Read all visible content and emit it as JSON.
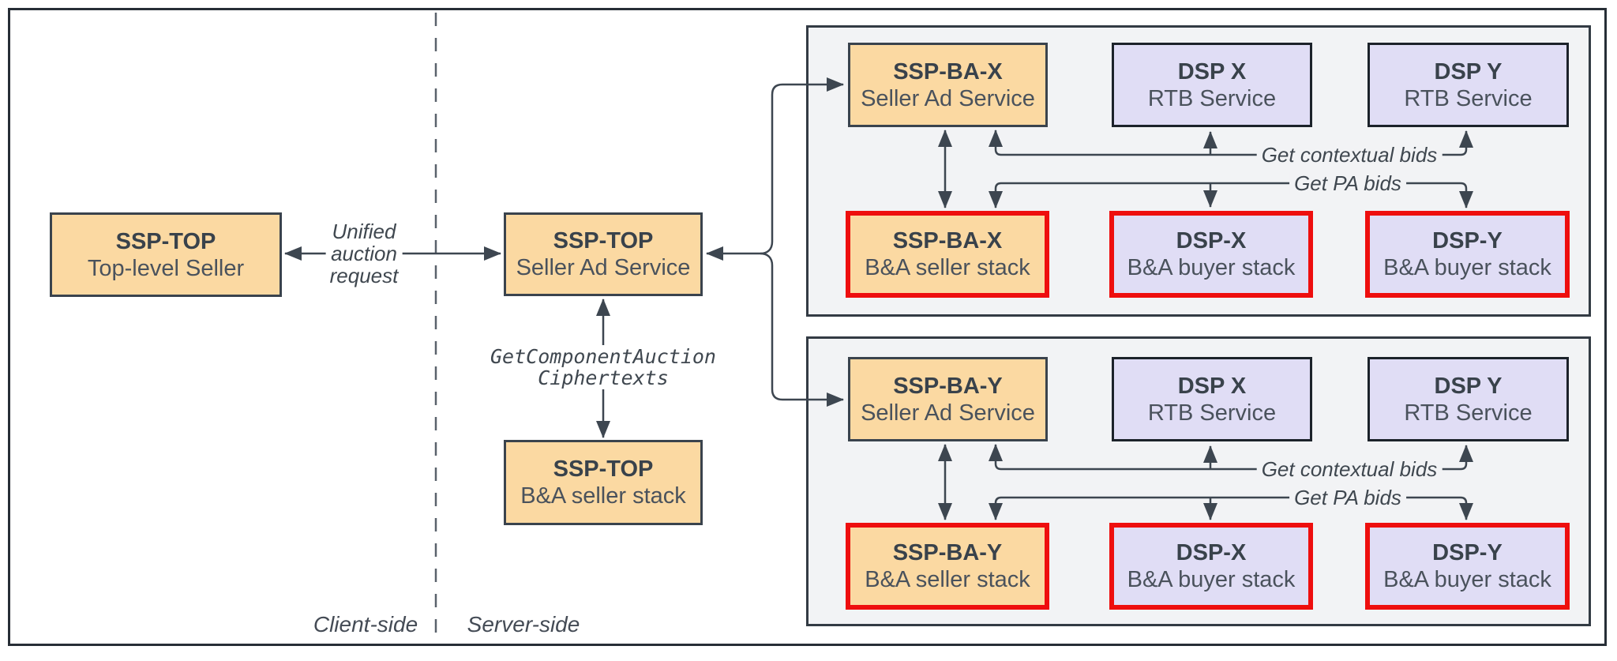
{
  "regions": {
    "client": "Client-side",
    "server": "Server-side"
  },
  "client_side": {
    "top_seller": {
      "title": "SSP-TOP",
      "subtitle": "Top-level Seller"
    }
  },
  "server_side": {
    "ad_service": {
      "title": "SSP-TOP",
      "subtitle": "Seller Ad Service"
    },
    "ba_stack": {
      "title": "SSP-TOP",
      "subtitle": "B&A seller stack"
    }
  },
  "edge_labels": {
    "unified": [
      "Unified",
      "auction",
      "request"
    ],
    "get_component": [
      "GetComponentAuction",
      "Ciphertexts"
    ]
  },
  "panels": [
    {
      "seller_ad": {
        "title": "SSP-BA-X",
        "subtitle": "Seller Ad Service"
      },
      "dsp_x_rtb": {
        "title": "DSP X",
        "subtitle": "RTB Service"
      },
      "dsp_y_rtb": {
        "title": "DSP Y",
        "subtitle": "RTB Service"
      },
      "seller_stack": {
        "title": "SSP-BA-X",
        "subtitle": "B&A seller stack"
      },
      "dsp_x_stack": {
        "title": "DSP-X",
        "subtitle": "B&A buyer stack"
      },
      "dsp_y_stack": {
        "title": "DSP-Y",
        "subtitle": "B&A buyer stack"
      },
      "contextual_label": "Get contextual bids",
      "pa_label": "Get PA bids"
    },
    {
      "seller_ad": {
        "title": "SSP-BA-Y",
        "subtitle": "Seller Ad Service"
      },
      "dsp_x_rtb": {
        "title": "DSP X",
        "subtitle": "RTB Service"
      },
      "dsp_y_rtb": {
        "title": "DSP Y",
        "subtitle": "RTB Service"
      },
      "seller_stack": {
        "title": "SSP-BA-Y",
        "subtitle": "B&A seller stack"
      },
      "dsp_x_stack": {
        "title": "DSP-X",
        "subtitle": "B&A buyer stack"
      },
      "dsp_y_stack": {
        "title": "DSP-Y",
        "subtitle": "B&A buyer stack"
      },
      "contextual_label": "Get contextual bids",
      "pa_label": "Get PA bids"
    }
  ],
  "colors": {
    "seller_fill": "#fbd9a2",
    "buyer_fill": "#e0ddf5",
    "panel_bg": "#f2f3f5",
    "tee_border": "#ee0e0e",
    "wire": "#3d4650",
    "text_primary": "#39424b",
    "text_secondary": "#4a525c"
  }
}
